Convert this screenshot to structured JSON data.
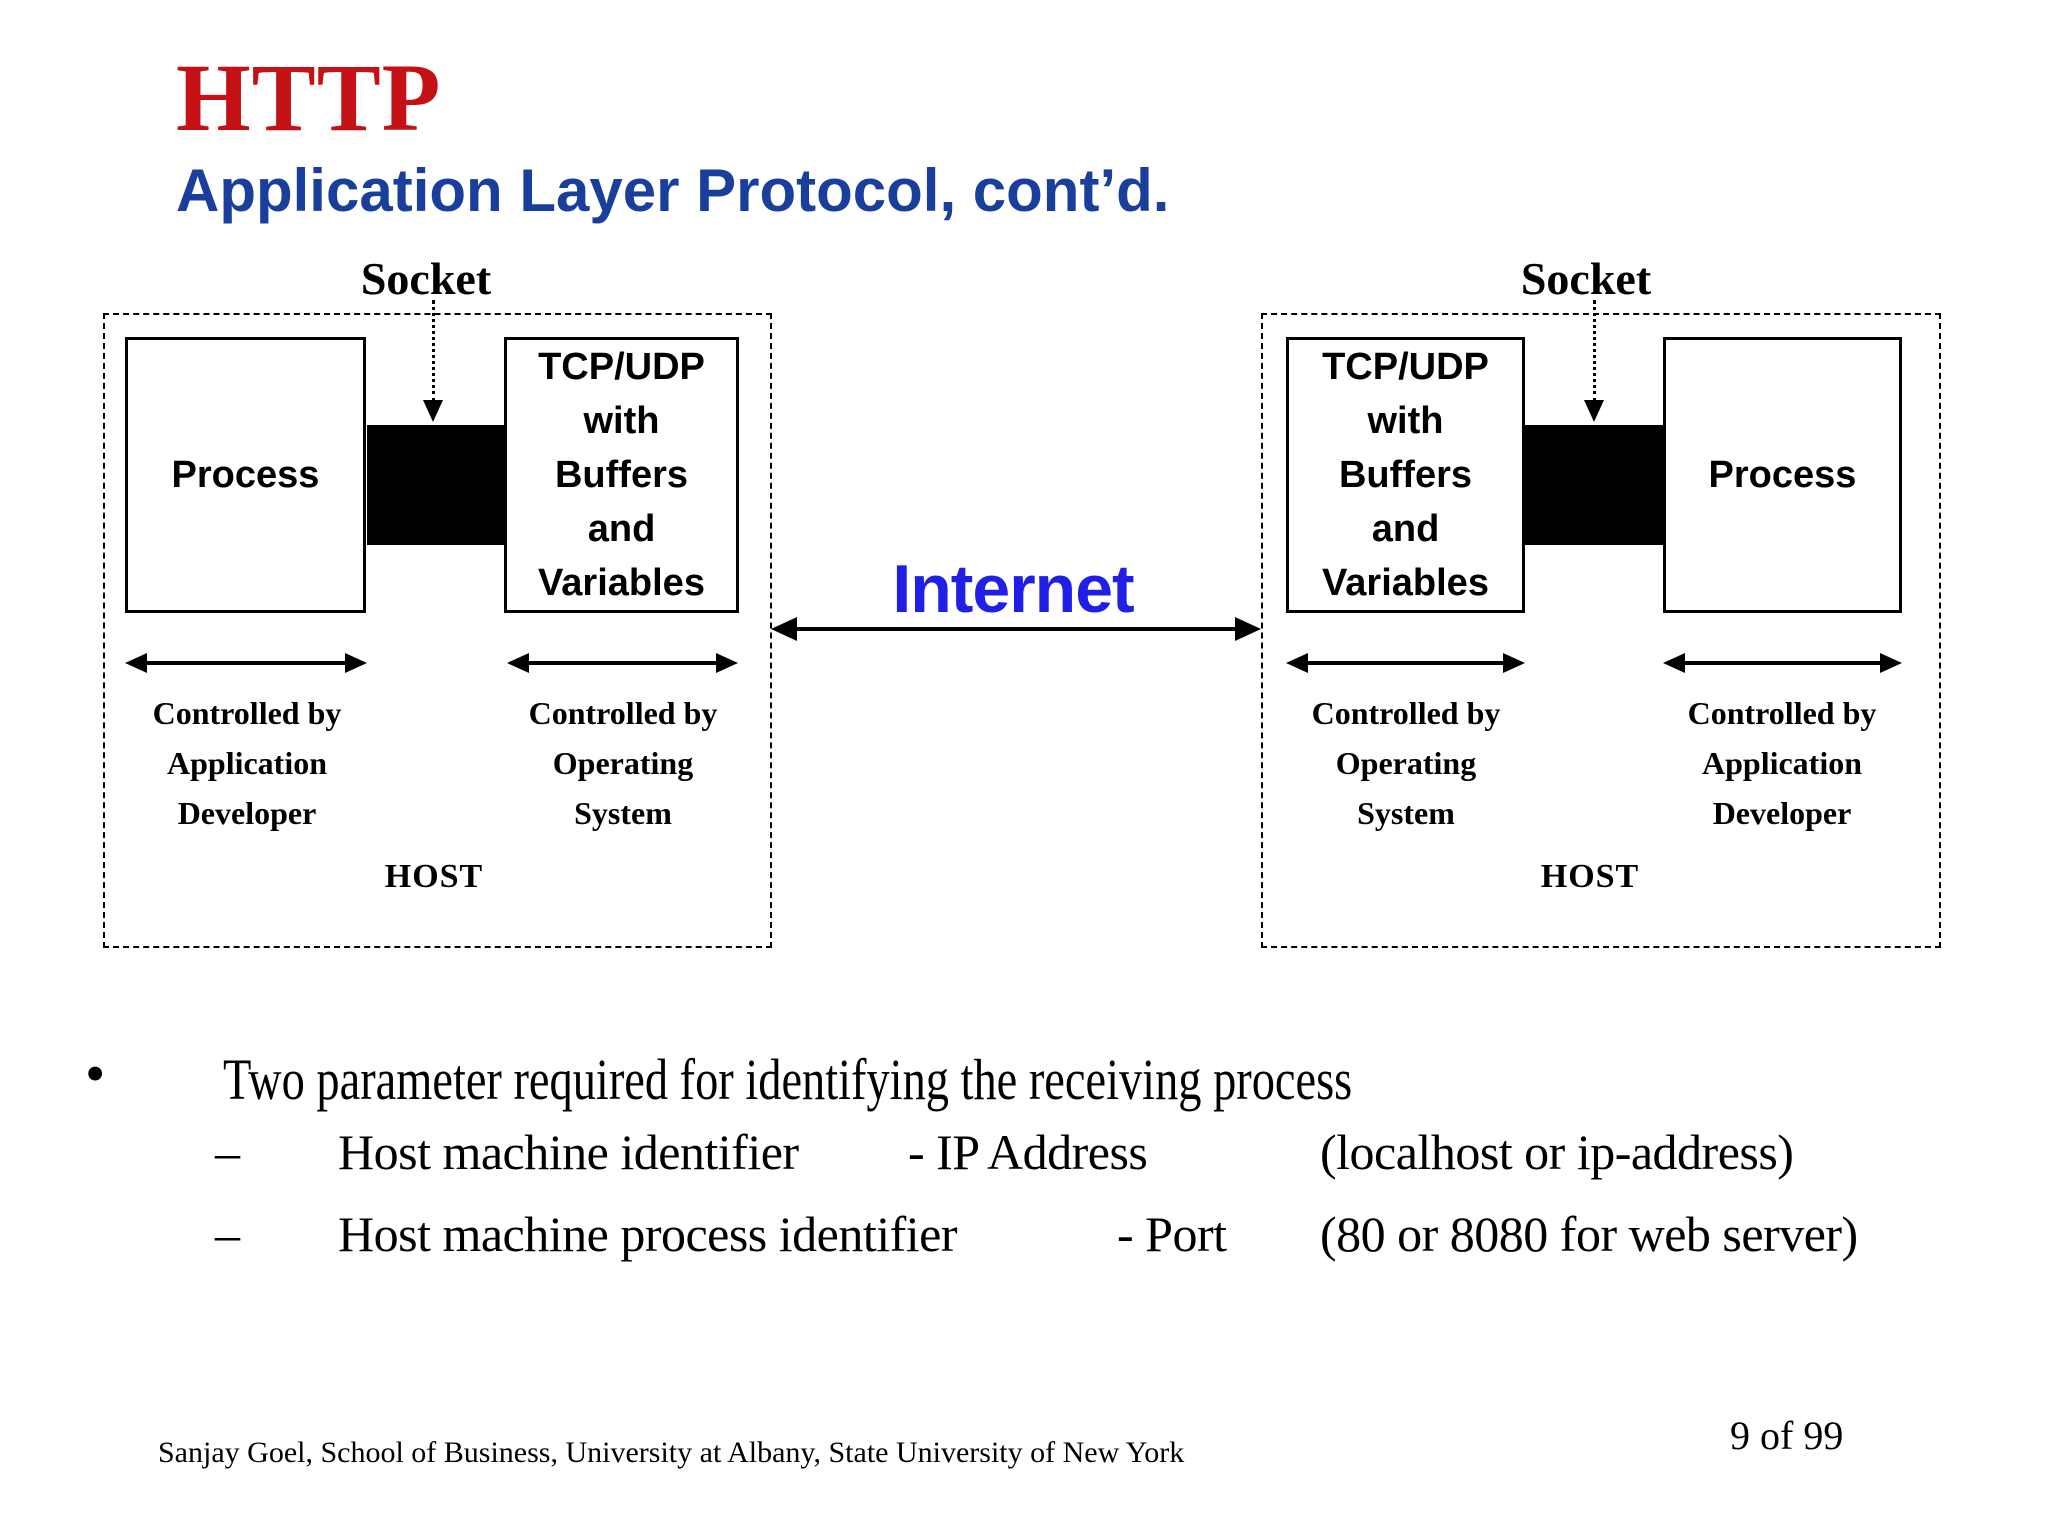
{
  "slide": {
    "title": "HTTP",
    "subtitle": "Application Layer Protocol, cont’d.",
    "footer": "Sanjay Goel, School of  Business, University at Albany, State University of  New York",
    "page_number": "9 of 99"
  },
  "colors": {
    "title_red": "#C41115",
    "subtitle_blue": "#1A3E9C",
    "internet_blue": "#1F1FE6",
    "diagram_black": "#000000"
  },
  "diagram": {
    "internet_label": "Internet",
    "hosts": [
      {
        "side": "left",
        "socket_label": "Socket",
        "process_label": "Process",
        "tcp_label": "TCP/UDP\nwith\nBuffers\nand\nVariables",
        "captions": [
          "Controlled by\nApplication\nDeveloper",
          "Controlled by\nOperating\nSystem"
        ],
        "host_label": "HOST"
      },
      {
        "side": "right",
        "socket_label": "Socket",
        "process_label": "Process",
        "tcp_label": "TCP/UDP\nwith\nBuffers\nand\nVariables",
        "captions": [
          "Controlled by\nOperating\nSystem",
          "Controlled by\nApplication\nDeveloper"
        ],
        "host_label": "HOST"
      }
    ]
  },
  "bullets": {
    "marker": "•",
    "main": "Two parameter required for identifying the receiving process",
    "items": [
      {
        "dash": "–",
        "text": "Host machine identifier",
        "mid": "- IP Address",
        "paren": "(localhost or ip-address)"
      },
      {
        "dash": "–",
        "text": "Host machine process identifier",
        "mid": "- Port",
        "paren": "(80 or 8080 for web server)"
      }
    ]
  }
}
